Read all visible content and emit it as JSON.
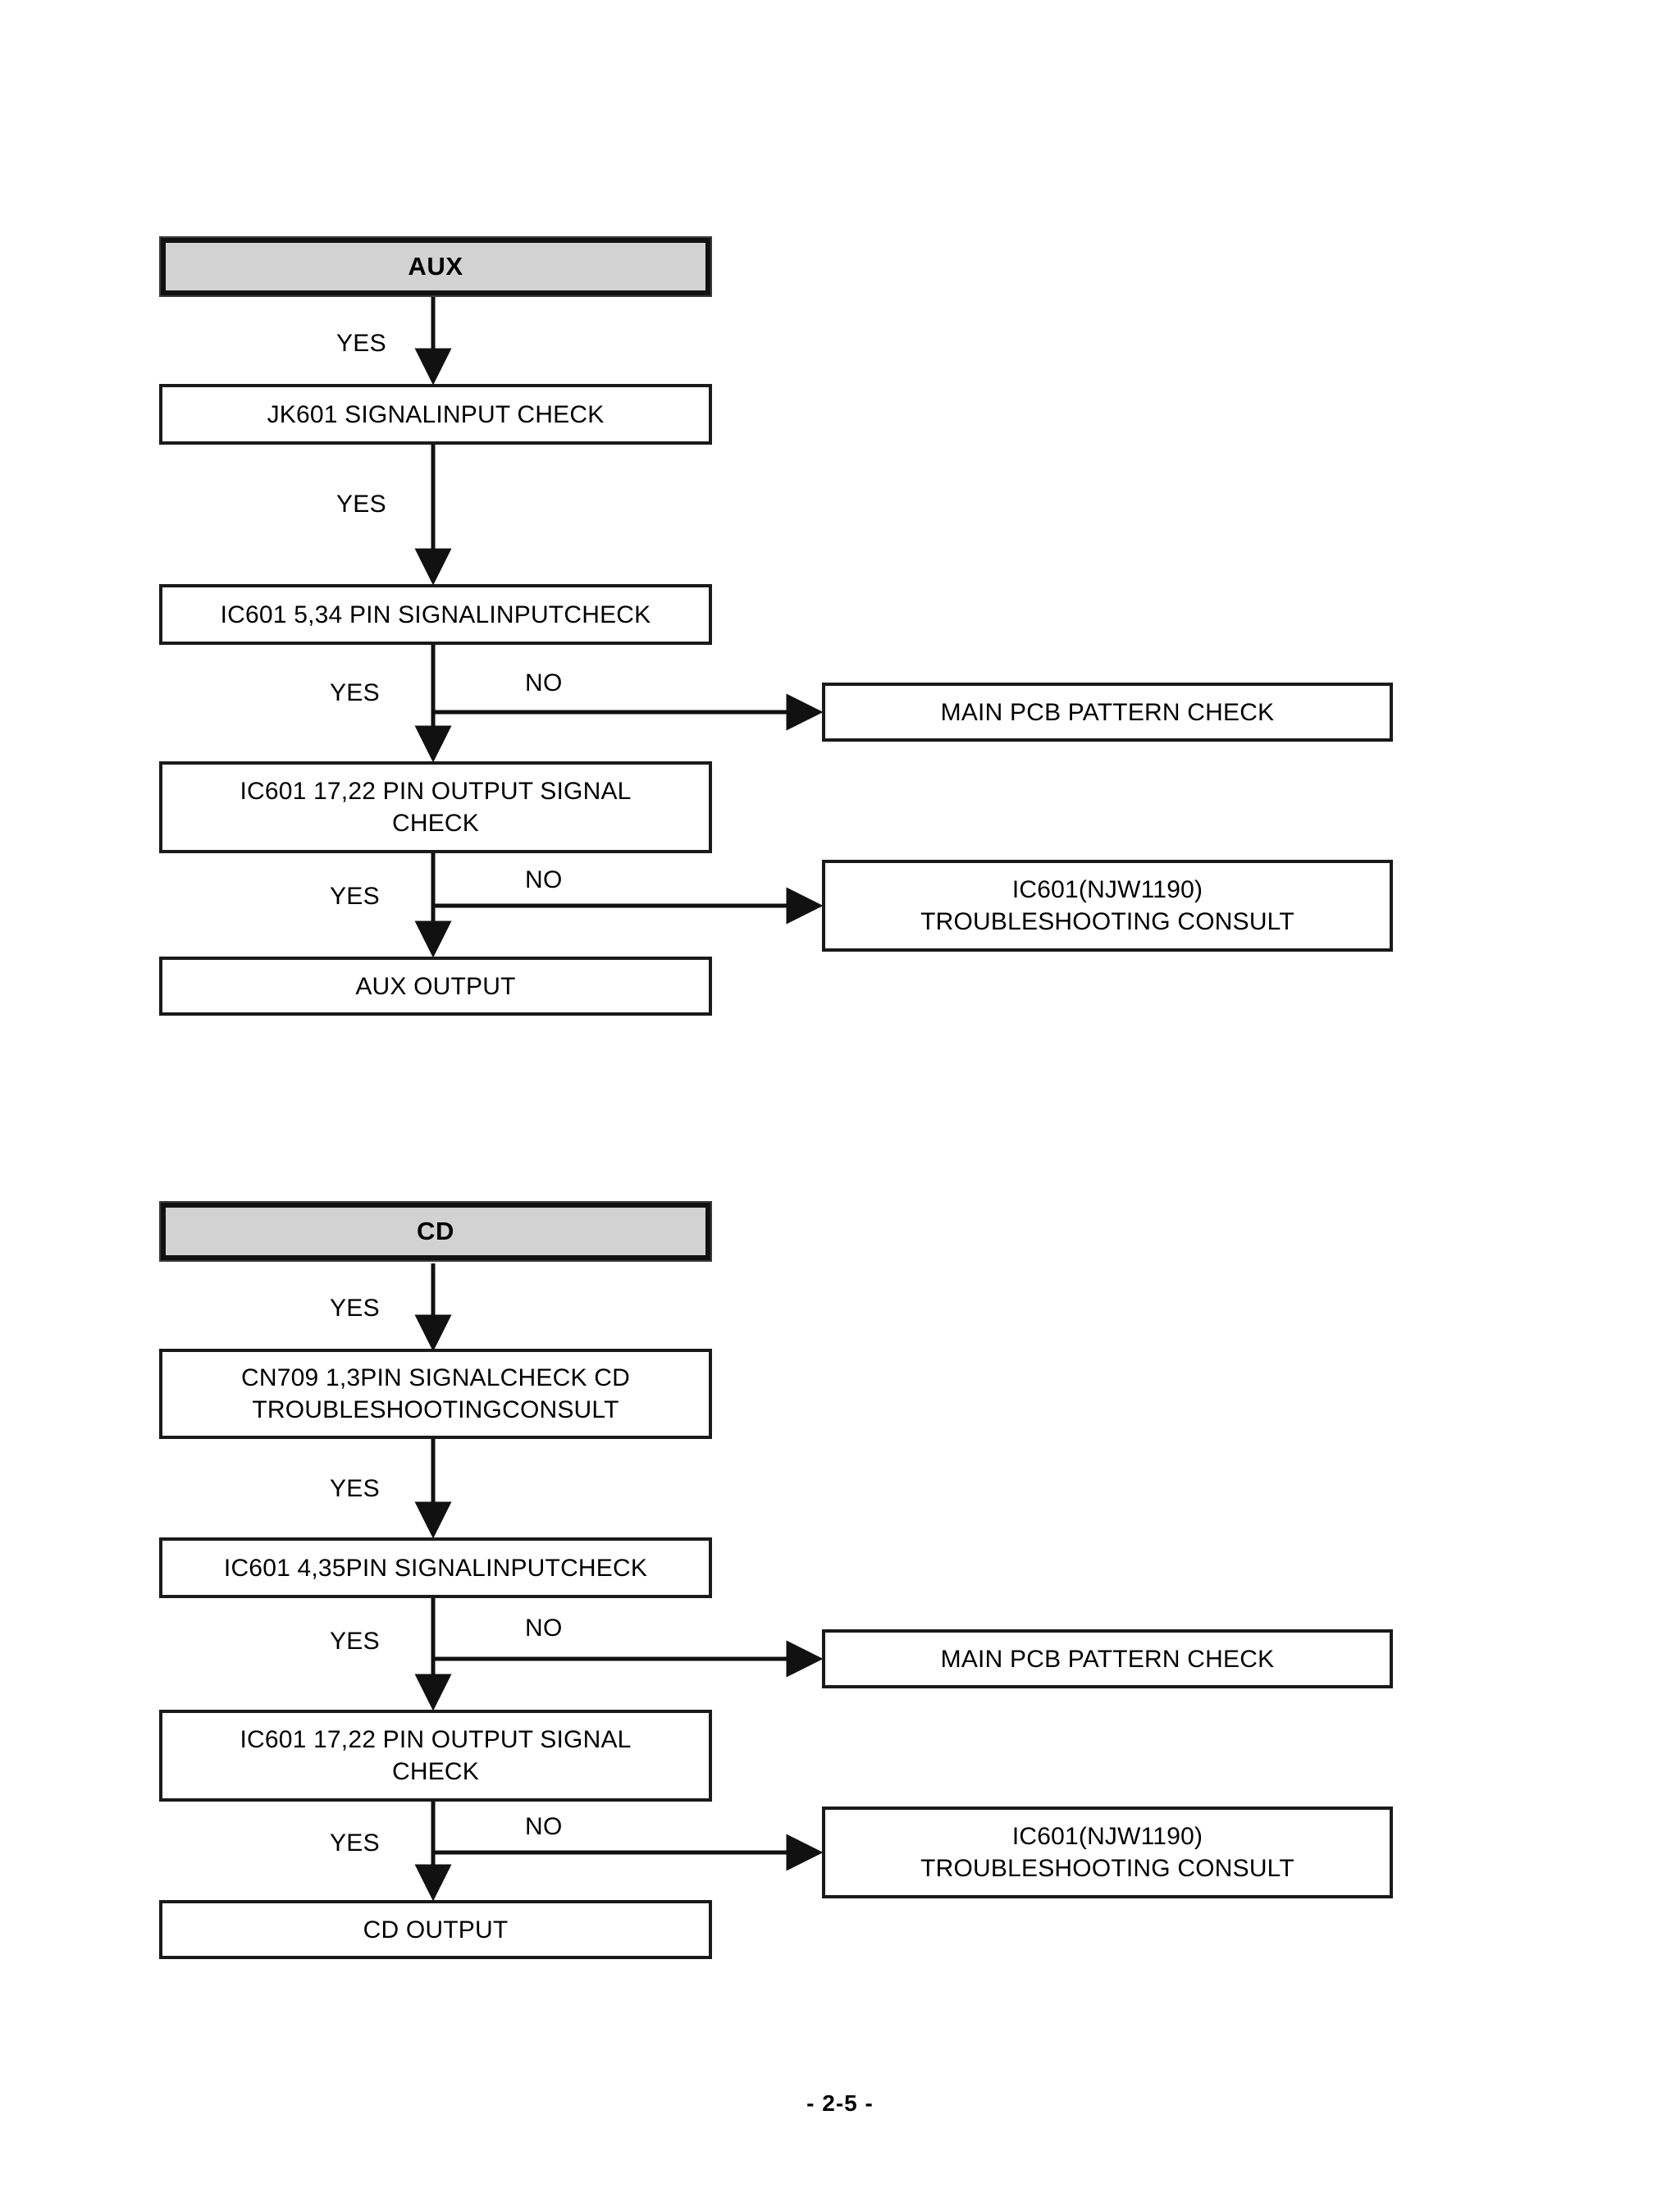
{
  "document": {
    "page_label": "- 2-5 -"
  },
  "diagram": {
    "type": "flowchart",
    "sections": [
      {
        "id": "aux",
        "header": "AUX",
        "nodes": [
          {
            "id": "aux-jk601",
            "label": "JK601 SIGNALINPUT CHECK"
          },
          {
            "id": "aux-ic601-in",
            "label": "IC601 5,34 PIN SIGNALINPUTCHECK"
          },
          {
            "id": "aux-ic601-out",
            "label": "IC601 17,22 PIN OUTPUT SIGNAL\nCHECK"
          },
          {
            "id": "aux-output",
            "label": "AUX OUTPUT"
          },
          {
            "id": "aux-pcb",
            "label": "MAIN PCB PATTERN CHECK"
          },
          {
            "id": "aux-consult",
            "label": "IC601(NJW1190)\nTROUBLESHOOTING CONSULT"
          }
        ],
        "edges": [
          {
            "from": "aux",
            "to": "aux-jk601",
            "label": "YES"
          },
          {
            "from": "aux-jk601",
            "to": "aux-ic601-in",
            "label": "YES"
          },
          {
            "from": "aux-ic601-in",
            "to": "aux-ic601-out",
            "label": "YES"
          },
          {
            "from": "aux-ic601-in",
            "to": "aux-pcb",
            "label": "NO"
          },
          {
            "from": "aux-ic601-out",
            "to": "aux-output",
            "label": "YES"
          },
          {
            "from": "aux-ic601-out",
            "to": "aux-consult",
            "label": "NO"
          }
        ]
      },
      {
        "id": "cd",
        "header": "CD",
        "nodes": [
          {
            "id": "cd-cn709",
            "label": "CN709 1,3PIN SIGNALCHECK CD\nTROUBLESHOOTINGCONSULT"
          },
          {
            "id": "cd-ic601-in",
            "label": "IC601 4,35PIN SIGNALINPUTCHECK"
          },
          {
            "id": "cd-ic601-out",
            "label": "IC601 17,22 PIN OUTPUT SIGNAL\nCHECK"
          },
          {
            "id": "cd-output",
            "label": "CD OUTPUT"
          },
          {
            "id": "cd-pcb",
            "label": "MAIN PCB PATTERN CHECK"
          },
          {
            "id": "cd-consult",
            "label": "IC601(NJW1190)\nTROUBLESHOOTING CONSULT"
          }
        ],
        "edges": [
          {
            "from": "cd",
            "to": "cd-cn709",
            "label": "YES"
          },
          {
            "from": "cd-cn709",
            "to": "cd-ic601-in",
            "label": "YES"
          },
          {
            "from": "cd-ic601-in",
            "to": "cd-ic601-out",
            "label": "YES"
          },
          {
            "from": "cd-ic601-in",
            "to": "cd-pcb",
            "label": "NO"
          },
          {
            "from": "cd-ic601-out",
            "to": "cd-output",
            "label": "YES"
          },
          {
            "from": "cd-ic601-out",
            "to": "cd-consult",
            "label": "NO"
          }
        ]
      }
    ],
    "labels": {
      "aux_yes_1": "YES",
      "aux_yes_2": "YES",
      "aux_yes_3": "YES",
      "aux_no_1": "NO",
      "aux_yes_4": "YES",
      "aux_no_2": "NO",
      "cd_yes_1": "YES",
      "cd_yes_2": "YES",
      "cd_yes_3": "YES",
      "cd_no_1": "NO",
      "cd_yes_4": "YES",
      "cd_no_2": "NO"
    },
    "colors": {
      "header_fill": "#d2d2d2",
      "stroke": "#111111",
      "box_fill": "#ffffff",
      "text": "#000000"
    }
  }
}
